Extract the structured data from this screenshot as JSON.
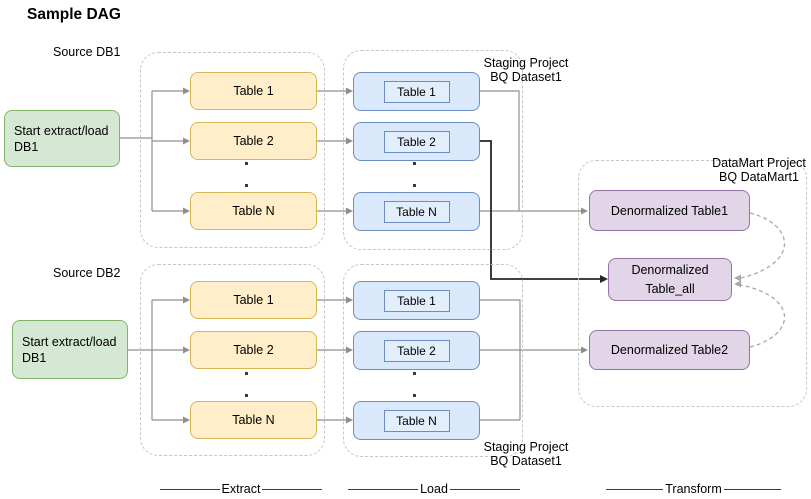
{
  "title": "Sample DAG",
  "db1": {
    "source": "Source DB1",
    "start": "Start extract/load DB1",
    "extract_tables": [
      "Table 1",
      "Table 2",
      "Table N"
    ],
    "load_tables": [
      "Table 1",
      "Table 2",
      "Table N"
    ],
    "staging": {
      "line1": "Staging Project",
      "line2": "BQ Dataset1"
    }
  },
  "db2": {
    "source": "Source DB2",
    "start": "Start extract/load DB1",
    "extract_tables": [
      "Table 1",
      "Table 2",
      "Table N"
    ],
    "load_tables": [
      "Table 1",
      "Table 2",
      "Table N"
    ],
    "staging": {
      "line1": "Staging Project",
      "line2": "BQ Dataset1"
    }
  },
  "datamart": {
    "label": {
      "line1": "DataMart Project",
      "line2": "BQ DataMart1"
    },
    "table1": "Denormalized Table1",
    "table_all": {
      "line1": "Denormalized",
      "line2": "Table_all"
    },
    "table2": "Denormalized Table2"
  },
  "stages": {
    "extract": "Extract",
    "load": "Load",
    "transform": "Transform"
  },
  "colors": {
    "green_fill": "#d5e8d4",
    "green_stroke": "#82b366",
    "yellow_fill": "#ffeec9",
    "yellow_stroke": "#d6b656",
    "blue_fill": "#dae8fc",
    "blue_stroke": "#6c8ebf",
    "purple_fill": "#e1d5e7",
    "purple_stroke": "#9673a6",
    "edge_gray": "#8f8f8f",
    "edge_dark": "#262626",
    "container_dash": "#c6c6c6",
    "curve_dash": "#a9a9a9"
  }
}
